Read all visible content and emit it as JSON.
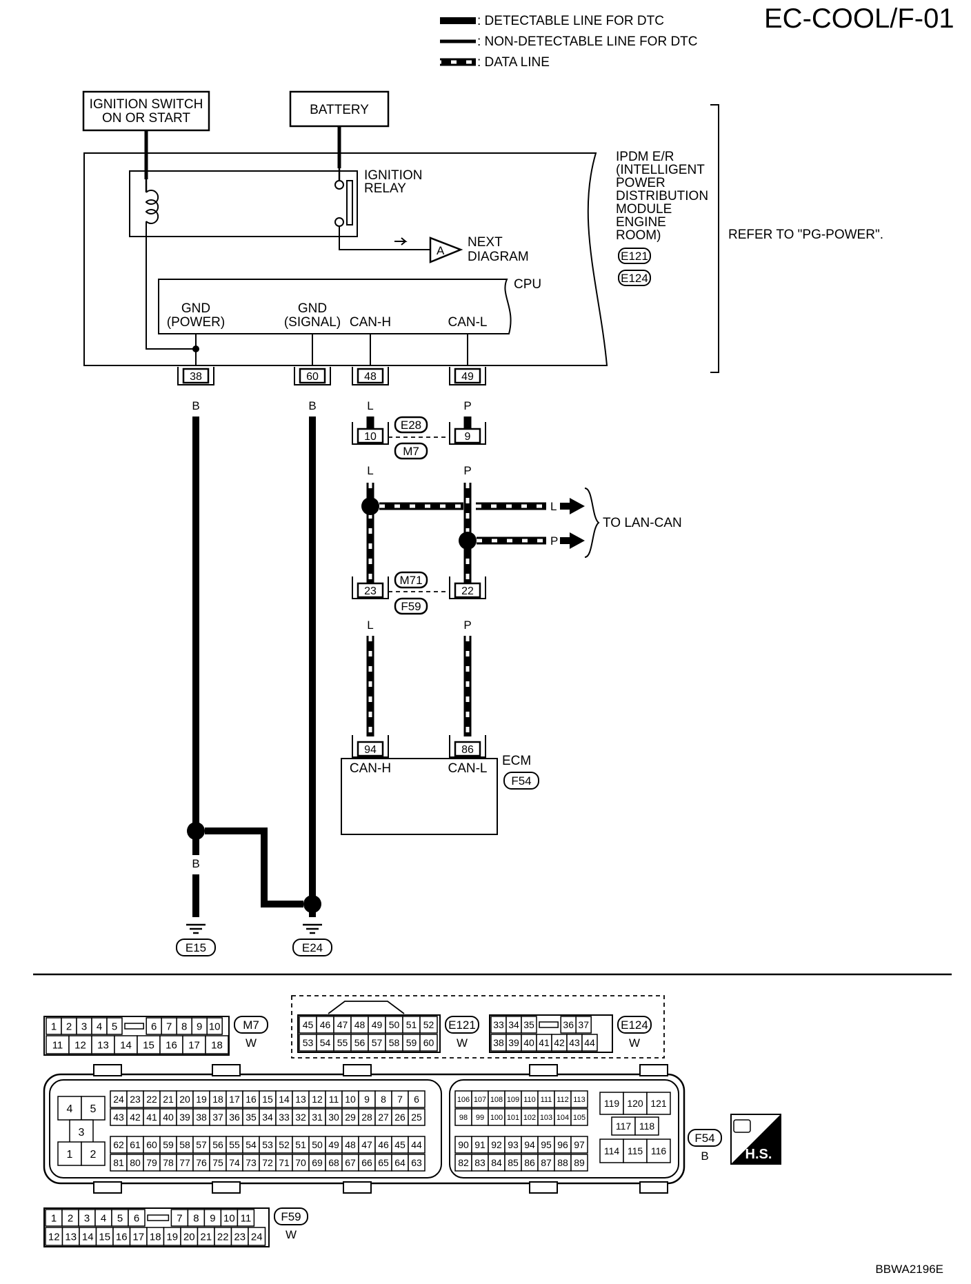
{
  "diagram_id": "EC-COOL/F-01",
  "legend": [
    {
      "label": ": DETECTABLE LINE FOR DTC",
      "style": "detectable"
    },
    {
      "label": ": NON-DETECTABLE LINE FOR DTC",
      "style": "non-detectable"
    },
    {
      "label": ": DATA LINE",
      "style": "data"
    }
  ],
  "ignition_switch": {
    "line1": "IGNITION SWITCH",
    "line2": "ON OR START"
  },
  "battery": "BATTERY",
  "ignition_relay": {
    "line1": "IGNITION",
    "line2": "RELAY"
  },
  "next_diagram": {
    "connector": "A",
    "line1": "NEXT",
    "line2": "DIAGRAM"
  },
  "ipdm": {
    "lines": [
      "IPDM E/R",
      "(INTELLIGENT",
      "POWER",
      "DISTRIBUTION",
      "MODULE",
      "ENGINE",
      "ROOM)"
    ],
    "connectors": [
      "E121",
      "E124"
    ],
    "refer": "REFER TO \"PG-POWER\"."
  },
  "cpu": {
    "label": "CPU",
    "terminals": [
      {
        "line1": "GND",
        "line2": "(POWER)",
        "pin": "38",
        "color": "B"
      },
      {
        "line1": "GND",
        "line2": "(SIGNAL)",
        "pin": "60",
        "color": "B"
      },
      {
        "line1": "",
        "line2": "CAN-H",
        "pin": "48",
        "color": "L"
      },
      {
        "line1": "",
        "line2": "CAN-L",
        "pin": "49",
        "color": "P"
      }
    ]
  },
  "junction_upper": {
    "pin_l": "10",
    "pin_p": "9",
    "conn_top": "E28",
    "conn_bottom": "M7"
  },
  "junction_lower": {
    "pin_l": "23",
    "pin_p": "22",
    "conn_top": "M71",
    "conn_bottom": "F59"
  },
  "wire_colors": {
    "l": "L",
    "p": "P",
    "b": "B"
  },
  "to_lan_can": "TO LAN-CAN",
  "ecm": {
    "label": "ECM",
    "connector": "F54",
    "pin_h": "94",
    "pin_l": "86",
    "label_h": "CAN-H",
    "label_l": "CAN-L"
  },
  "grounds": [
    "E15",
    "E24"
  ],
  "connectors": {
    "m7": {
      "id": "M7",
      "color": "W",
      "row1": [
        "1",
        "2",
        "3",
        "4",
        "5",
        "",
        "6",
        "7",
        "8",
        "9",
        "10"
      ],
      "row2": [
        "11",
        "12",
        "13",
        "14",
        "15",
        "16",
        "17",
        "18"
      ]
    },
    "e121": {
      "id": "E121",
      "color": "W",
      "row1": [
        "45",
        "46",
        "47",
        "48",
        "49",
        "50",
        "51",
        "52"
      ],
      "row2": [
        "53",
        "54",
        "55",
        "56",
        "57",
        "58",
        "59",
        "60"
      ]
    },
    "e124": {
      "id": "E124",
      "color": "W",
      "row1": [
        "33",
        "34",
        "35",
        "",
        "36",
        "37"
      ],
      "row2": [
        "38",
        "39",
        "40",
        "41",
        "42",
        "43",
        "44"
      ]
    },
    "f54": {
      "id": "F54",
      "color": "B",
      "left_pins": [
        "4",
        "5",
        "3",
        "1",
        "2"
      ],
      "a_row1": [
        "24",
        "23",
        "22",
        "21",
        "20",
        "19",
        "18",
        "17",
        "16",
        "15",
        "14",
        "13",
        "12",
        "11",
        "10",
        "9",
        "8",
        "7",
        "6"
      ],
      "a_row2": [
        "43",
        "42",
        "41",
        "40",
        "39",
        "38",
        "37",
        "36",
        "35",
        "34",
        "33",
        "32",
        "31",
        "30",
        "29",
        "28",
        "27",
        "26",
        "25"
      ],
      "a_row3": [
        "62",
        "61",
        "60",
        "59",
        "58",
        "57",
        "56",
        "55",
        "54",
        "53",
        "52",
        "51",
        "50",
        "49",
        "48",
        "47",
        "46",
        "45",
        "44"
      ],
      "a_row4": [
        "81",
        "80",
        "79",
        "78",
        "77",
        "76",
        "75",
        "74",
        "73",
        "72",
        "71",
        "70",
        "69",
        "68",
        "67",
        "66",
        "65",
        "64",
        "63"
      ],
      "b_row1": [
        "106",
        "107",
        "108",
        "109",
        "110",
        "111",
        "112",
        "113"
      ],
      "b_row2": [
        "98",
        "99",
        "100",
        "101",
        "102",
        "103",
        "104",
        "105"
      ],
      "b_row3": [
        "90",
        "91",
        "92",
        "93",
        "94",
        "95",
        "96",
        "97"
      ],
      "b_row4": [
        "82",
        "83",
        "84",
        "85",
        "86",
        "87",
        "88",
        "89"
      ],
      "c_row1": [
        "119",
        "120",
        "121"
      ],
      "c_row2": [
        "117",
        "118"
      ],
      "c_row3": [
        "114",
        "115",
        "116"
      ],
      "hs": "H.S."
    },
    "f59": {
      "id": "F59",
      "color": "W",
      "row1": [
        "1",
        "2",
        "3",
        "4",
        "5",
        "6",
        "",
        "7",
        "8",
        "9",
        "10",
        "11"
      ],
      "row2": [
        "12",
        "13",
        "14",
        "15",
        "16",
        "17",
        "18",
        "19",
        "20",
        "21",
        "22",
        "23",
        "24"
      ]
    }
  },
  "footer_code": "BBWA2196E"
}
